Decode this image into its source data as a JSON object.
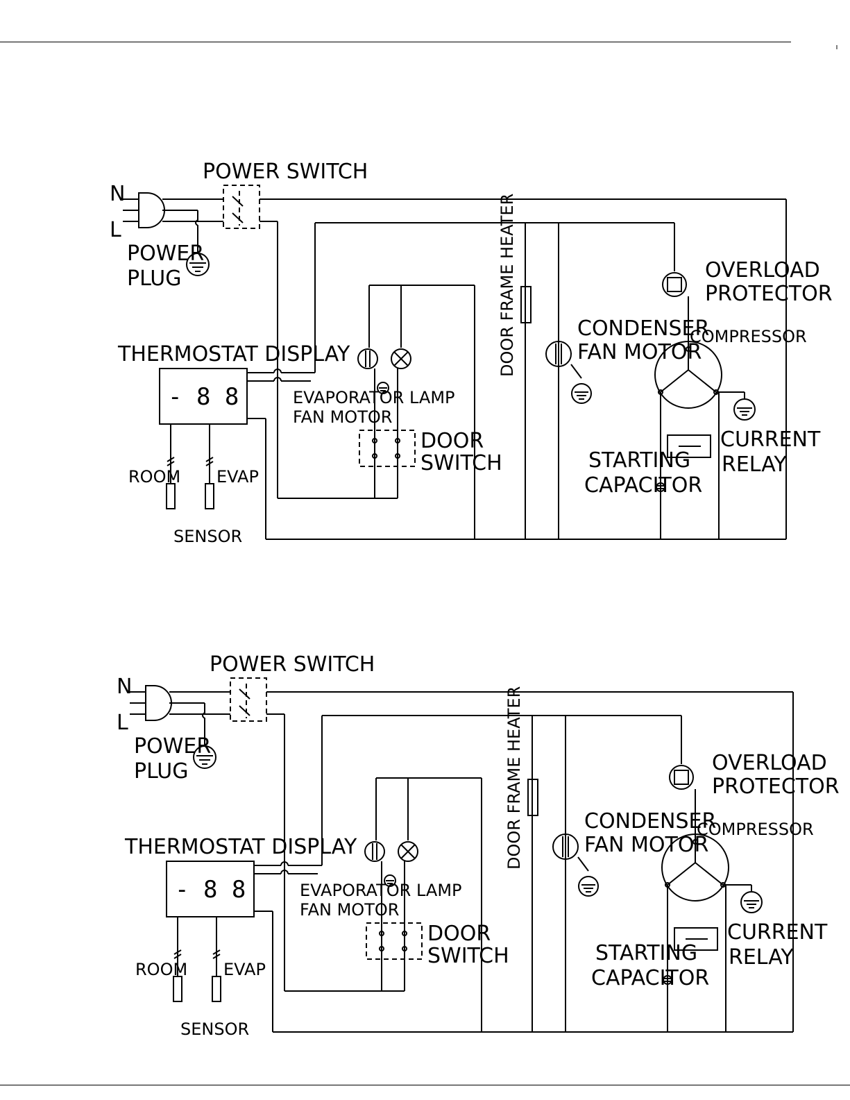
{
  "diagrams": [
    {
      "power_switch": "POWER SWITCH",
      "neutral": "N",
      "line": "L",
      "power_plug": [
        "POWER",
        "PLUG"
      ],
      "thermostat_display": "THERMOSTAT DISPLAY",
      "display_readout": "- 8 8",
      "evaporator_fan_motor": [
        "EVAPORATOR",
        "FAN MOTOR"
      ],
      "lamp": "LAMP",
      "door_switch": [
        "DOOR",
        "SWITCH"
      ],
      "door_frame_heater": "DOOR FRAME HEATER",
      "condenser_fan_motor": [
        "CONDENSER",
        "FAN MOTOR"
      ],
      "overload_protector": [
        "OVERLOAD",
        "PROTECTOR"
      ],
      "compressor": "COMPRESSOR",
      "current_relay": [
        "CURRENT",
        "RELAY"
      ],
      "starting_capacitor": [
        "STARTING",
        "CAPACITOR"
      ],
      "room": "ROOM",
      "evap": "EVAP",
      "sensor": "SENSOR"
    },
    {
      "power_switch": "POWER SWITCH",
      "neutral": "N",
      "line": "L",
      "power_plug": [
        "POWER",
        "PLUG"
      ],
      "thermostat_display": "THERMOSTAT DISPLAY",
      "display_readout": "- 8 8",
      "evaporator_fan_motor": [
        "EVAPORATOR",
        "FAN MOTOR"
      ],
      "lamp": "LAMP",
      "door_switch": [
        "DOOR",
        "SWITCH"
      ],
      "door_frame_heater": "DOOR FRAME HEATER",
      "condenser_fan_motor": [
        "CONDENSER",
        "FAN MOTOR"
      ],
      "overload_protector": [
        "OVERLOAD",
        "PROTECTOR"
      ],
      "compressor": "COMPRESSOR",
      "current_relay": [
        "CURRENT",
        "RELAY"
      ],
      "starting_capacitor": [
        "STARTING",
        "CAPACITOR"
      ],
      "room": "ROOM",
      "evap": "EVAP",
      "sensor": "SENSOR"
    }
  ]
}
